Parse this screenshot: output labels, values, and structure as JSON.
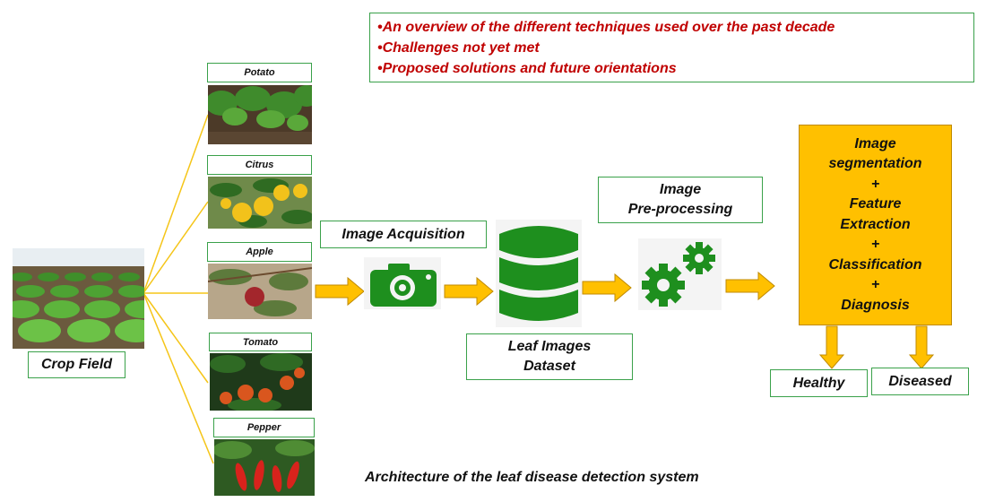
{
  "notes": [
    "•An overview of the different techniques used over the past decade",
    "•Challenges not yet met",
    "•Proposed solutions and future orientations"
  ],
  "crop_field_label": "Crop Field",
  "crops": [
    "Potato",
    "Citrus",
    "Apple",
    "Tomato",
    "Pepper"
  ],
  "steps": {
    "acquisition": "Image Acquisition",
    "dataset_line1": "Leaf Images",
    "dataset_line2": "Dataset",
    "preprocessing_line1": "Image",
    "preprocessing_line2": "Pre-processing"
  },
  "process_lines": [
    "Image",
    "segmentation",
    "+",
    "Feature",
    "Extraction",
    "+",
    "Classification",
    "+",
    "Diagnosis"
  ],
  "outcomes": {
    "healthy": "Healthy",
    "diseased": "Diseased"
  },
  "caption": "Architecture of the leaf disease detection system",
  "colors": {
    "connector": "#f5c518",
    "arrow": "#ffc000",
    "icon_green": "#1e8f1e",
    "note_red": "#c00000",
    "box_border": "#3aa14a"
  }
}
